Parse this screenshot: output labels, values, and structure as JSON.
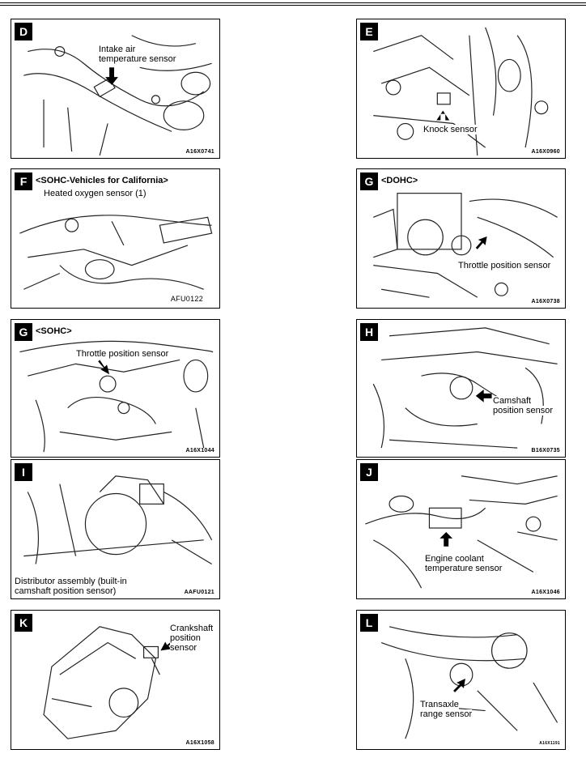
{
  "panels": [
    {
      "id": "D",
      "labels": [
        "Intake air",
        "temperature sensor"
      ],
      "code": "A16X0741"
    },
    {
      "id": "E",
      "labels": [
        "Knock sensor"
      ],
      "code": "A16X0960"
    },
    {
      "id": "F",
      "labels": [
        "<SOHC-Vehicles for California>",
        "Heated oxygen sensor (1)"
      ],
      "code": "AFU0122"
    },
    {
      "id": "G",
      "labels": [
        "<DOHC>",
        "Throttle position sensor"
      ],
      "code": "A16X0738"
    },
    {
      "id": "G",
      "labels": [
        "<SOHC>",
        "Throttle position sensor"
      ],
      "code": "A16X1044"
    },
    {
      "id": "H",
      "labels": [
        "Camshaft",
        "position sensor"
      ],
      "code": "B16X0735"
    },
    {
      "id": "I",
      "labels": [
        "Distributor assembly (built-in",
        "camshaft position sensor)"
      ],
      "code": "AAFU0121"
    },
    {
      "id": "J",
      "labels": [
        "Engine coolant",
        "temperature sensor"
      ],
      "code": "A16X1046"
    },
    {
      "id": "K",
      "labels": [
        "Crankshaft",
        "position",
        "sensor"
      ],
      "code": "A16X1058"
    },
    {
      "id": "L",
      "labels": [
        "Transaxle",
        "range sensor"
      ],
      "code": "A16X1191"
    }
  ]
}
